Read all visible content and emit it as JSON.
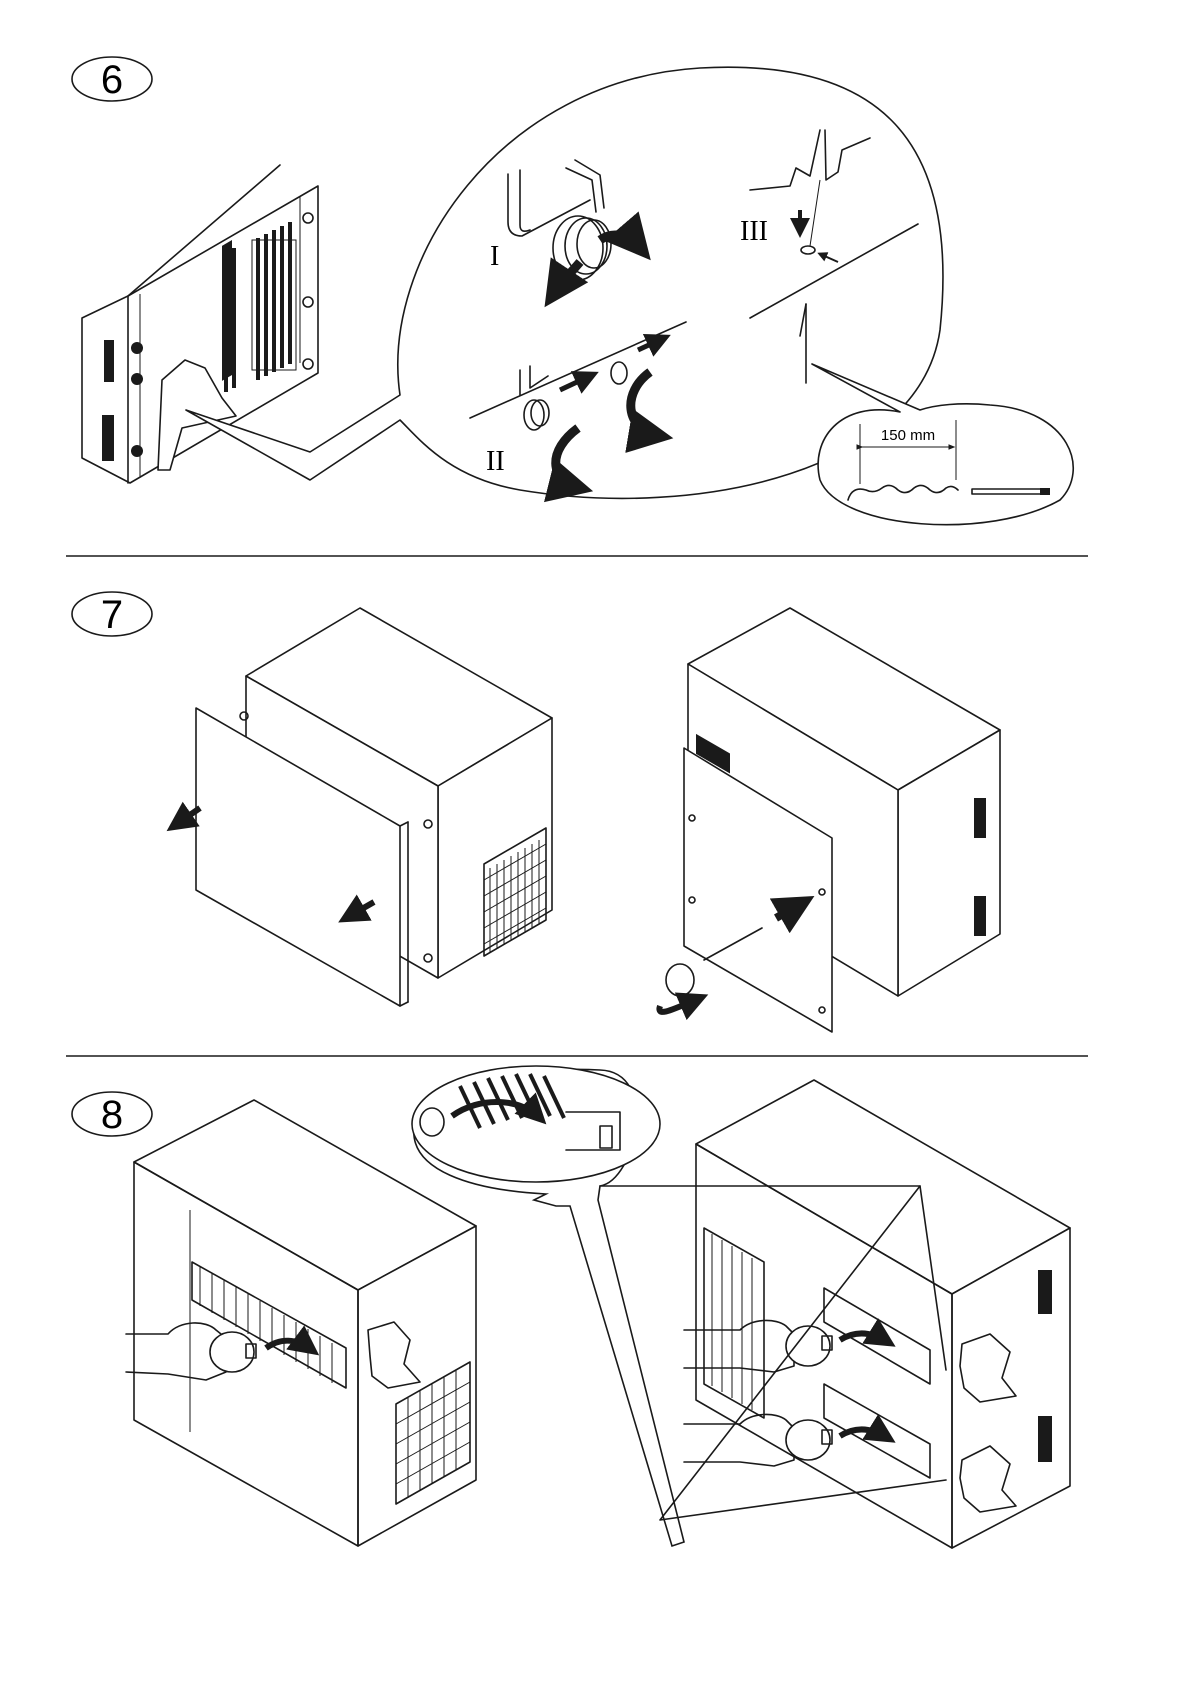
{
  "steps": [
    {
      "number": "6",
      "sub_labels": [
        "I",
        "II",
        "III"
      ],
      "dimension": "150 mm"
    },
    {
      "number": "7"
    },
    {
      "number": "8"
    }
  ]
}
